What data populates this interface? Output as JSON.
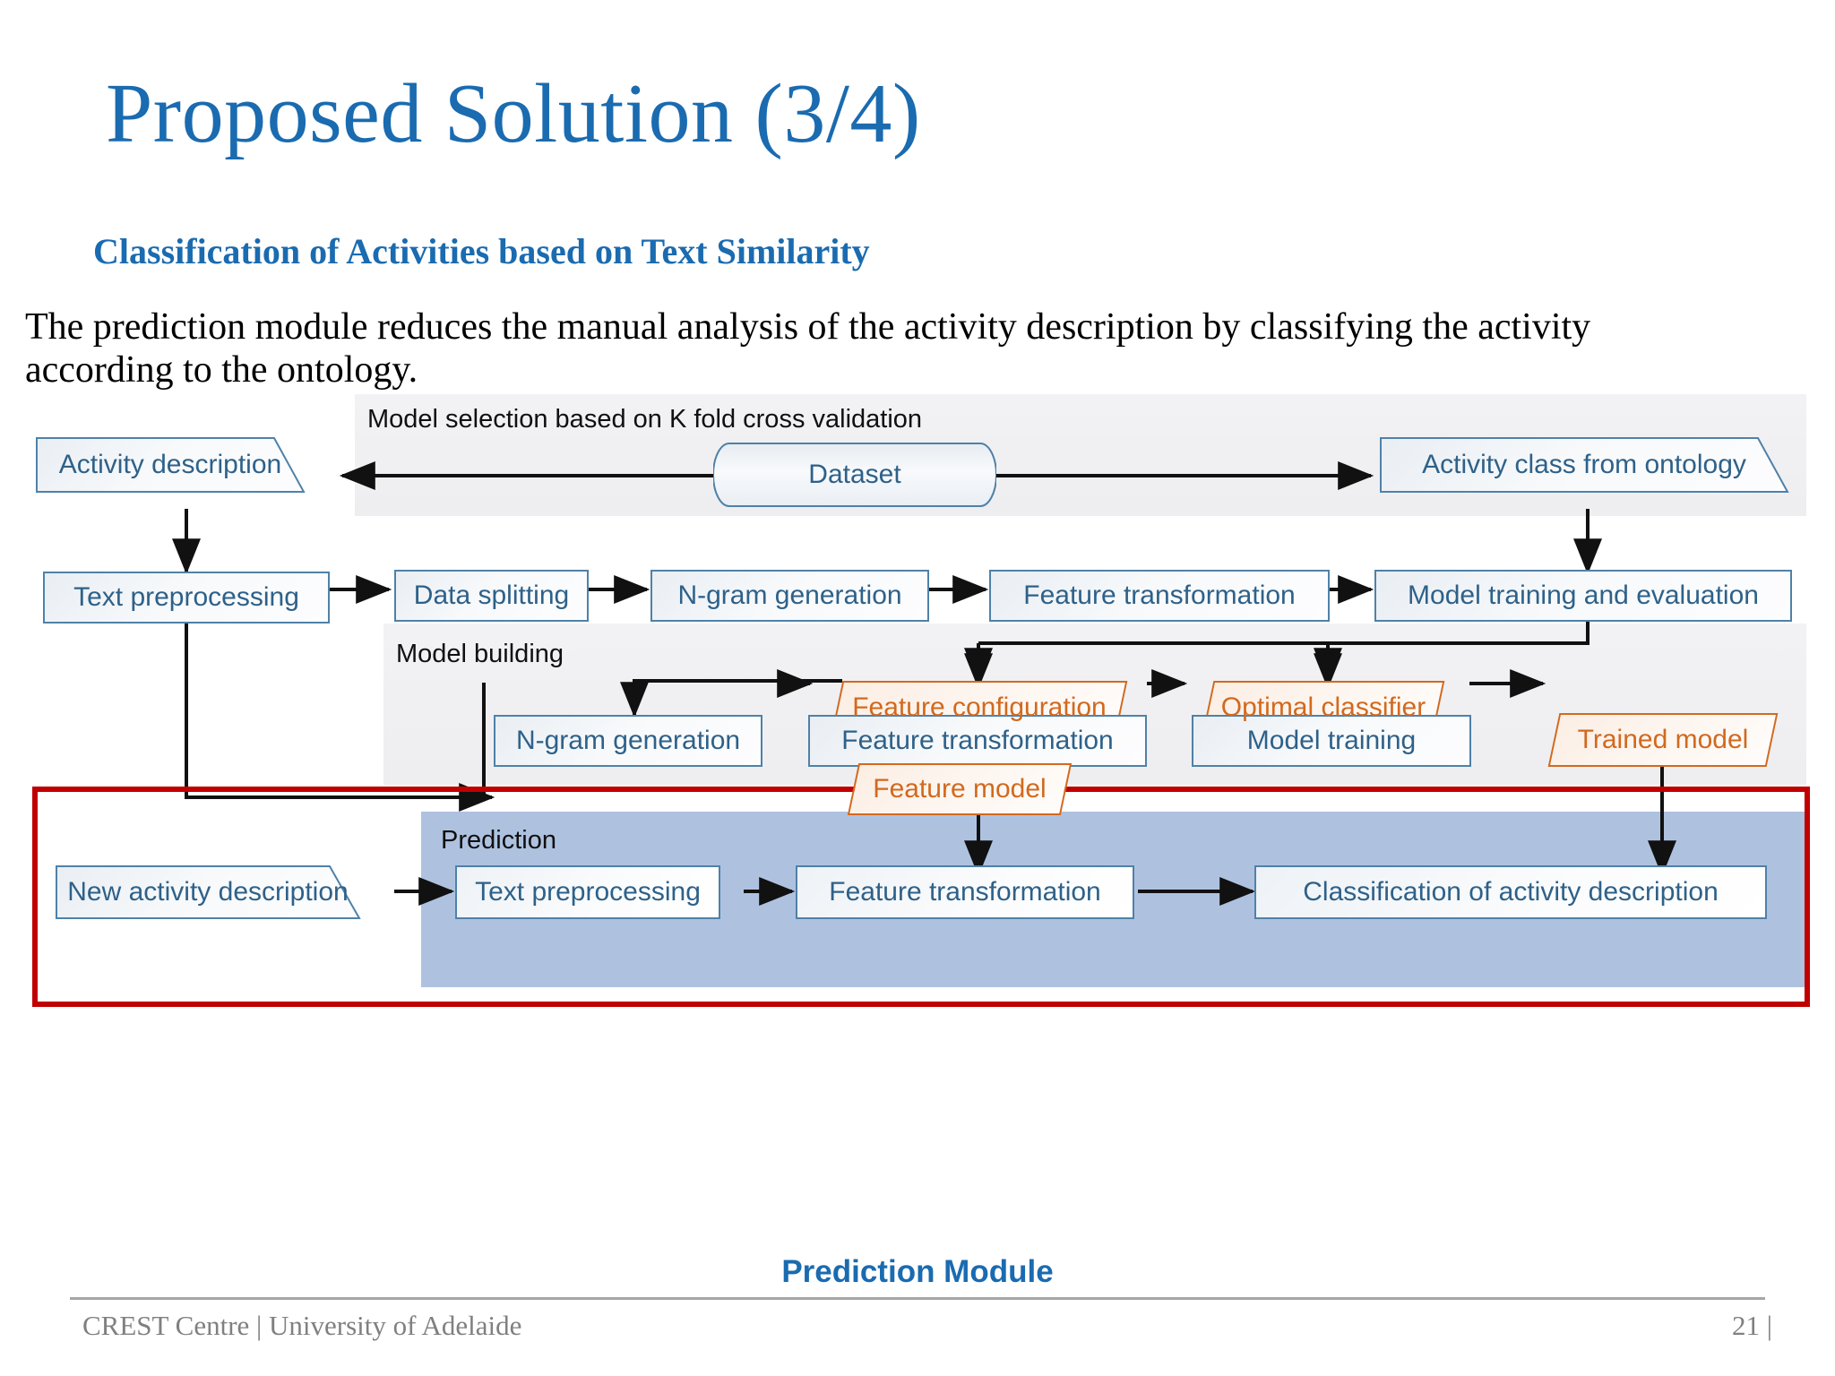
{
  "slide": {
    "title": "Proposed Solution (3/4)",
    "subtitle": "Classification of Activities based on Text Similarity",
    "body": "The prediction module reduces the manual analysis of the activity description by classifying the activity according to the ontology.",
    "module_caption": "Prediction Module"
  },
  "footer": {
    "left": "CREST Centre | University of Adelaide",
    "right": "21  |"
  },
  "colors": {
    "title_blue": "#1a6bb0",
    "node_border_blue": "#4f81a8",
    "node_text_blue": "#2e6189",
    "orange": "#d2691e",
    "band_grey": "#eeeef1",
    "prediction_band": "#aec2e0",
    "frame_red": "#c00000",
    "dash_blue": "#5b9bd5",
    "footer_grey": "#808080"
  },
  "bands": {
    "model_selection": "Model selection based on K fold cross validation",
    "model_building": "Model building",
    "prediction": "Prediction"
  },
  "nodes": {
    "activity_description": "Activity description",
    "dataset": "Dataset",
    "activity_class_from_ontology": "Activity class from ontology",
    "text_preprocessing": "Text preprocessing",
    "data_splitting": "Data splitting",
    "ngram_generation_1": "N-gram generation",
    "feature_transformation_1": "Feature transformation",
    "model_training_and_evaluation": "Model training and evaluation",
    "feature_configuration": "Feature configuration",
    "optimal_classifier": "Optimal classifier",
    "ngram_generation_2": "N-gram generation",
    "feature_transformation_2": "Feature transformation",
    "model_training": "Model training",
    "trained_model": "Trained model",
    "feature_model": "Feature model",
    "new_activity_description": "New activity description",
    "text_preprocessing_2": "Text preprocessing",
    "feature_transformation_3": "Feature transformation",
    "classification_of_activity_description": "Classification of activity description"
  }
}
